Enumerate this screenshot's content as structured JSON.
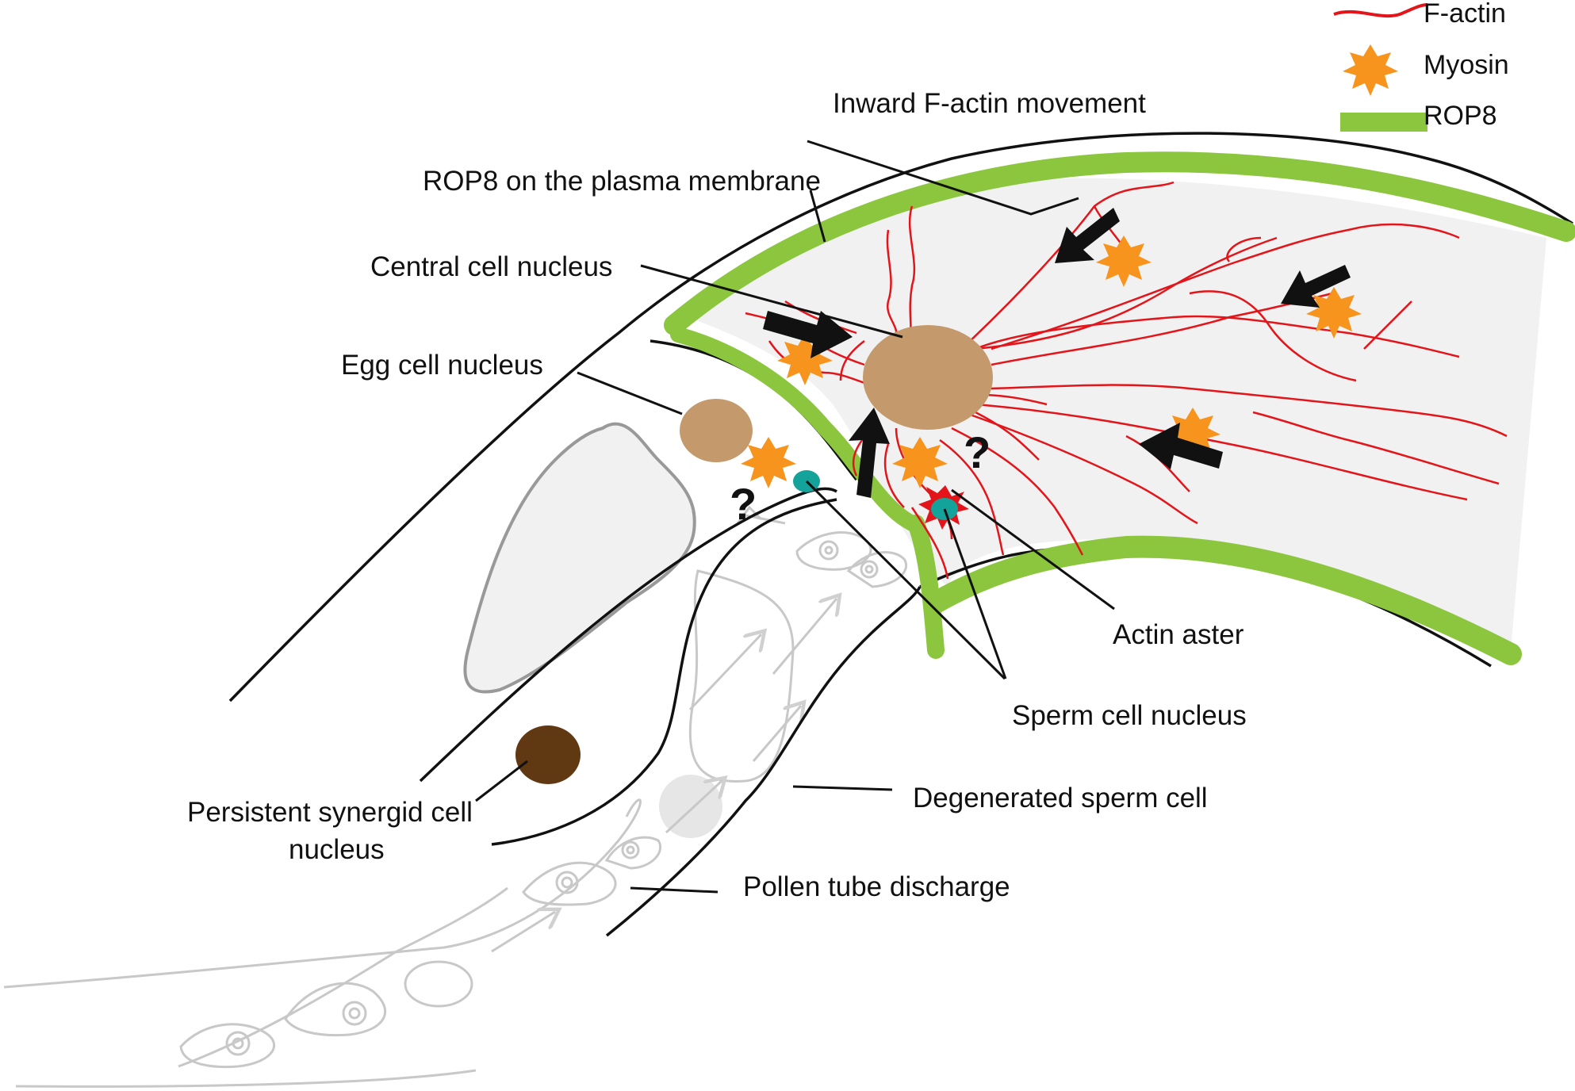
{
  "legend": {
    "factin_label": "F-actin",
    "myosin_label": "Myosin",
    "rop8_label": "ROP8"
  },
  "labels": {
    "inward_factin": "Inward F-actin movement",
    "rop8_membrane": "ROP8 on the plasma membrane",
    "central_cell_nucleus": "Central cell nucleus",
    "egg_cell_nucleus": "Egg cell nucleus",
    "actin_aster": "Actin aster",
    "sperm_cell_nucleus": "Sperm cell nucleus",
    "degenerated_sperm_cell": "Degenerated sperm cell",
    "persistent_synergid_line1": "Persistent synergid cell",
    "persistent_synergid_line2": "nucleus",
    "pollen_tube_discharge": "Pollen tube discharge",
    "unknown_mark": "?"
  },
  "colors": {
    "factin": "#e3151a",
    "myosin": "#f7941d",
    "rop8": "#8cc63f",
    "cytoplasm": "#f1f1f1",
    "nucleus": "#c49a6c",
    "sperm_nucleus": "#14a39a",
    "synergid_nucleus": "#603913",
    "pollen_tube": "#c8c8c8"
  }
}
